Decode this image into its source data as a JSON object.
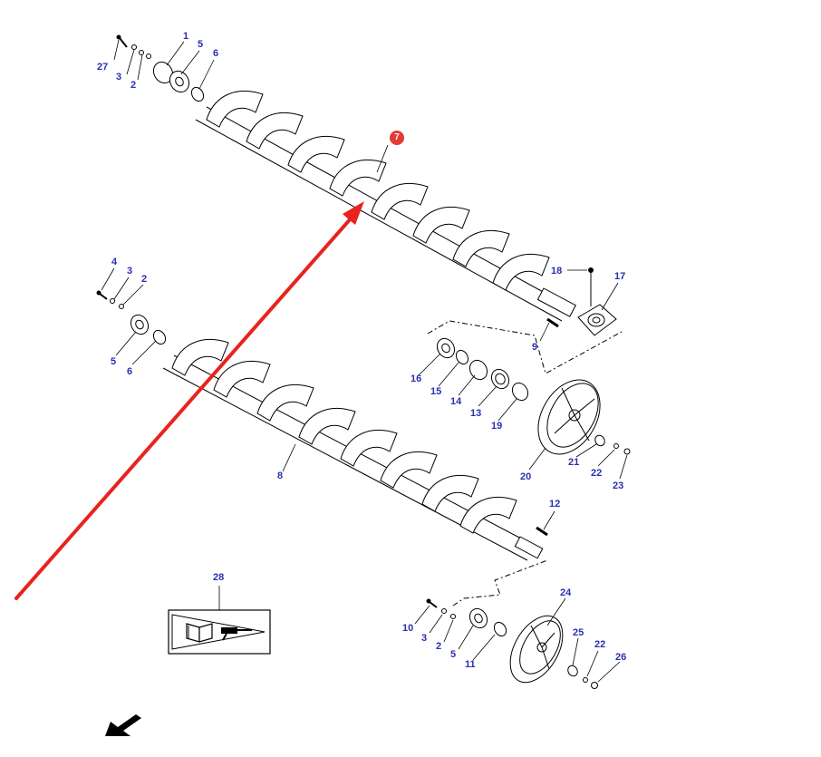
{
  "diagram": {
    "highlight_callout": "7",
    "callouts": [
      {
        "key": "c27a",
        "text": "27"
      },
      {
        "key": "c3a",
        "text": "3"
      },
      {
        "key": "c2a",
        "text": "2"
      },
      {
        "key": "c1",
        "text": "1"
      },
      {
        "key": "c5a",
        "text": "5"
      },
      {
        "key": "c6a",
        "text": "6"
      },
      {
        "key": "c18",
        "text": "18"
      },
      {
        "key": "c17",
        "text": "17"
      },
      {
        "key": "c9",
        "text": "9"
      },
      {
        "key": "c4",
        "text": "4"
      },
      {
        "key": "c3b",
        "text": "3"
      },
      {
        "key": "c2b",
        "text": "2"
      },
      {
        "key": "c5b",
        "text": "5"
      },
      {
        "key": "c6b",
        "text": "6"
      },
      {
        "key": "c16",
        "text": "16"
      },
      {
        "key": "c15",
        "text": "15"
      },
      {
        "key": "c14",
        "text": "14"
      },
      {
        "key": "c13",
        "text": "13"
      },
      {
        "key": "c19",
        "text": "19"
      },
      {
        "key": "c20",
        "text": "20"
      },
      {
        "key": "c21",
        "text": "21"
      },
      {
        "key": "c22a",
        "text": "22"
      },
      {
        "key": "c23",
        "text": "23"
      },
      {
        "key": "c8",
        "text": "8"
      },
      {
        "key": "c12",
        "text": "12"
      },
      {
        "key": "c28",
        "text": "28"
      },
      {
        "key": "c24",
        "text": "24"
      },
      {
        "key": "c10",
        "text": "10"
      },
      {
        "key": "c3c",
        "text": "3"
      },
      {
        "key": "c2c",
        "text": "2"
      },
      {
        "key": "c5c",
        "text": "5"
      },
      {
        "key": "c11",
        "text": "11"
      },
      {
        "key": "c25",
        "text": "25"
      },
      {
        "key": "c22b",
        "text": "22"
      },
      {
        "key": "c26",
        "text": "26"
      }
    ],
    "colors": {
      "callout_text": "#2a2fb0",
      "arrow": "#e8231e",
      "badge": "#e53935",
      "line": "#000000"
    },
    "icons": [
      "manual-book-icon",
      "grease-gun-icon",
      "direction-arrow-icon"
    ]
  }
}
